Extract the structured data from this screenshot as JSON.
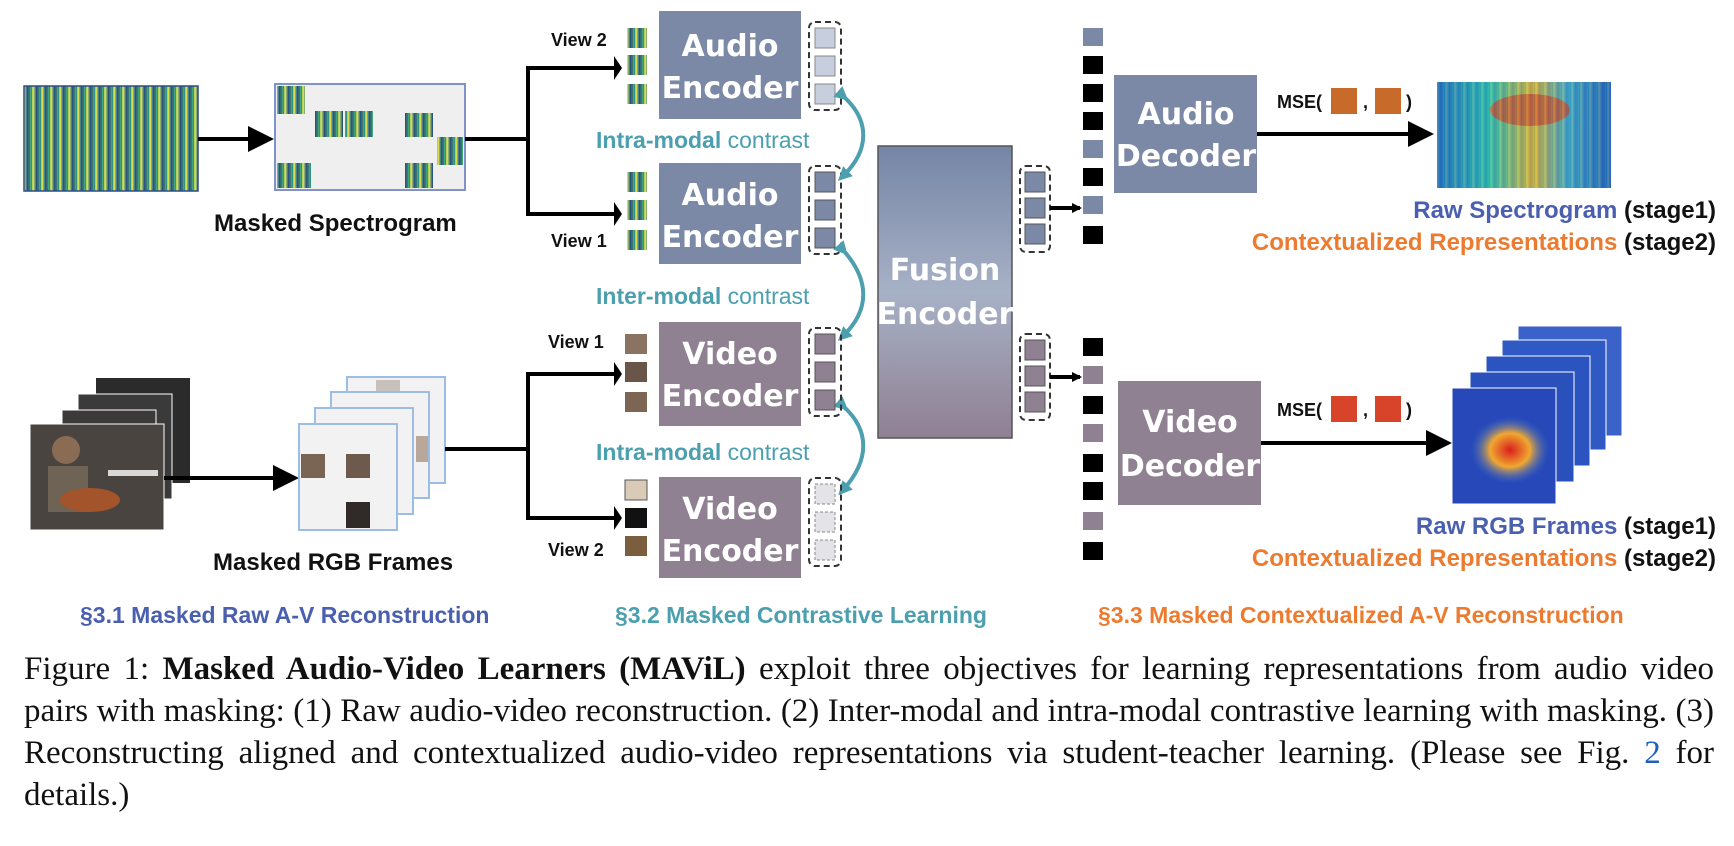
{
  "figure": {
    "labels": {
      "view1_top": "View 1",
      "view2_top": "View 2",
      "view1_bottom": "View 1",
      "view2_bottom": "View 2",
      "audio_encoder_line1": "Audio",
      "audio_encoder_line2": "Encoder",
      "video_encoder_line1": "Video",
      "video_encoder_line2": "Encoder",
      "fusion_line1": "Fusion",
      "fusion_line2": "Encoder",
      "audio_decoder_line1": "Audio",
      "audio_decoder_line2": "Decoder",
      "video_decoder_line1": "Video",
      "video_decoder_line2": "Decoder",
      "masked_spectrogram": "Masked Spectrogram",
      "masked_rgb": "Masked RGB Frames",
      "intra_modal": "Intra-modal",
      "inter_modal": "Inter-modal",
      "contrast_word": " contrast",
      "mse_prefix": "MSE(",
      "mse_comma": ",",
      "mse_suffix": ")",
      "raw_spectrogram": "Raw Spectrogram",
      "raw_rgb": "Raw RGB Frames",
      "contextualized": "Contextualized Representations",
      "stage1": " (stage1)",
      "stage2": " (stage2)"
    },
    "sections": {
      "s31": "§3.1 Masked Raw A-V Reconstruction",
      "s32": "§3.2 Masked Contrastive Learning",
      "s33": "§3.3 Masked Contextualized A-V Reconstruction"
    },
    "colors": {
      "audio_box": "#7b89a6",
      "video_box": "#8f8192",
      "teal": "#4b9fae",
      "blue_label": "#4a5fb0",
      "orange_label": "#ec7b30"
    }
  },
  "caption": {
    "prefix": "Figure 1: ",
    "title": "Masked Audio-Video Learners (MAViL)",
    "text_before_ref": " exploit three objectives for learning representations from audio video pairs with masking: (1) Raw audio-video reconstruction. (2) Inter-modal and intra-modal contrastive learning with masking. (3) Reconstructing aligned and contextualized audio-video representations via student-teacher learning. (Please see Fig. ",
    "ref": "2",
    "text_after_ref": " for details.)"
  }
}
